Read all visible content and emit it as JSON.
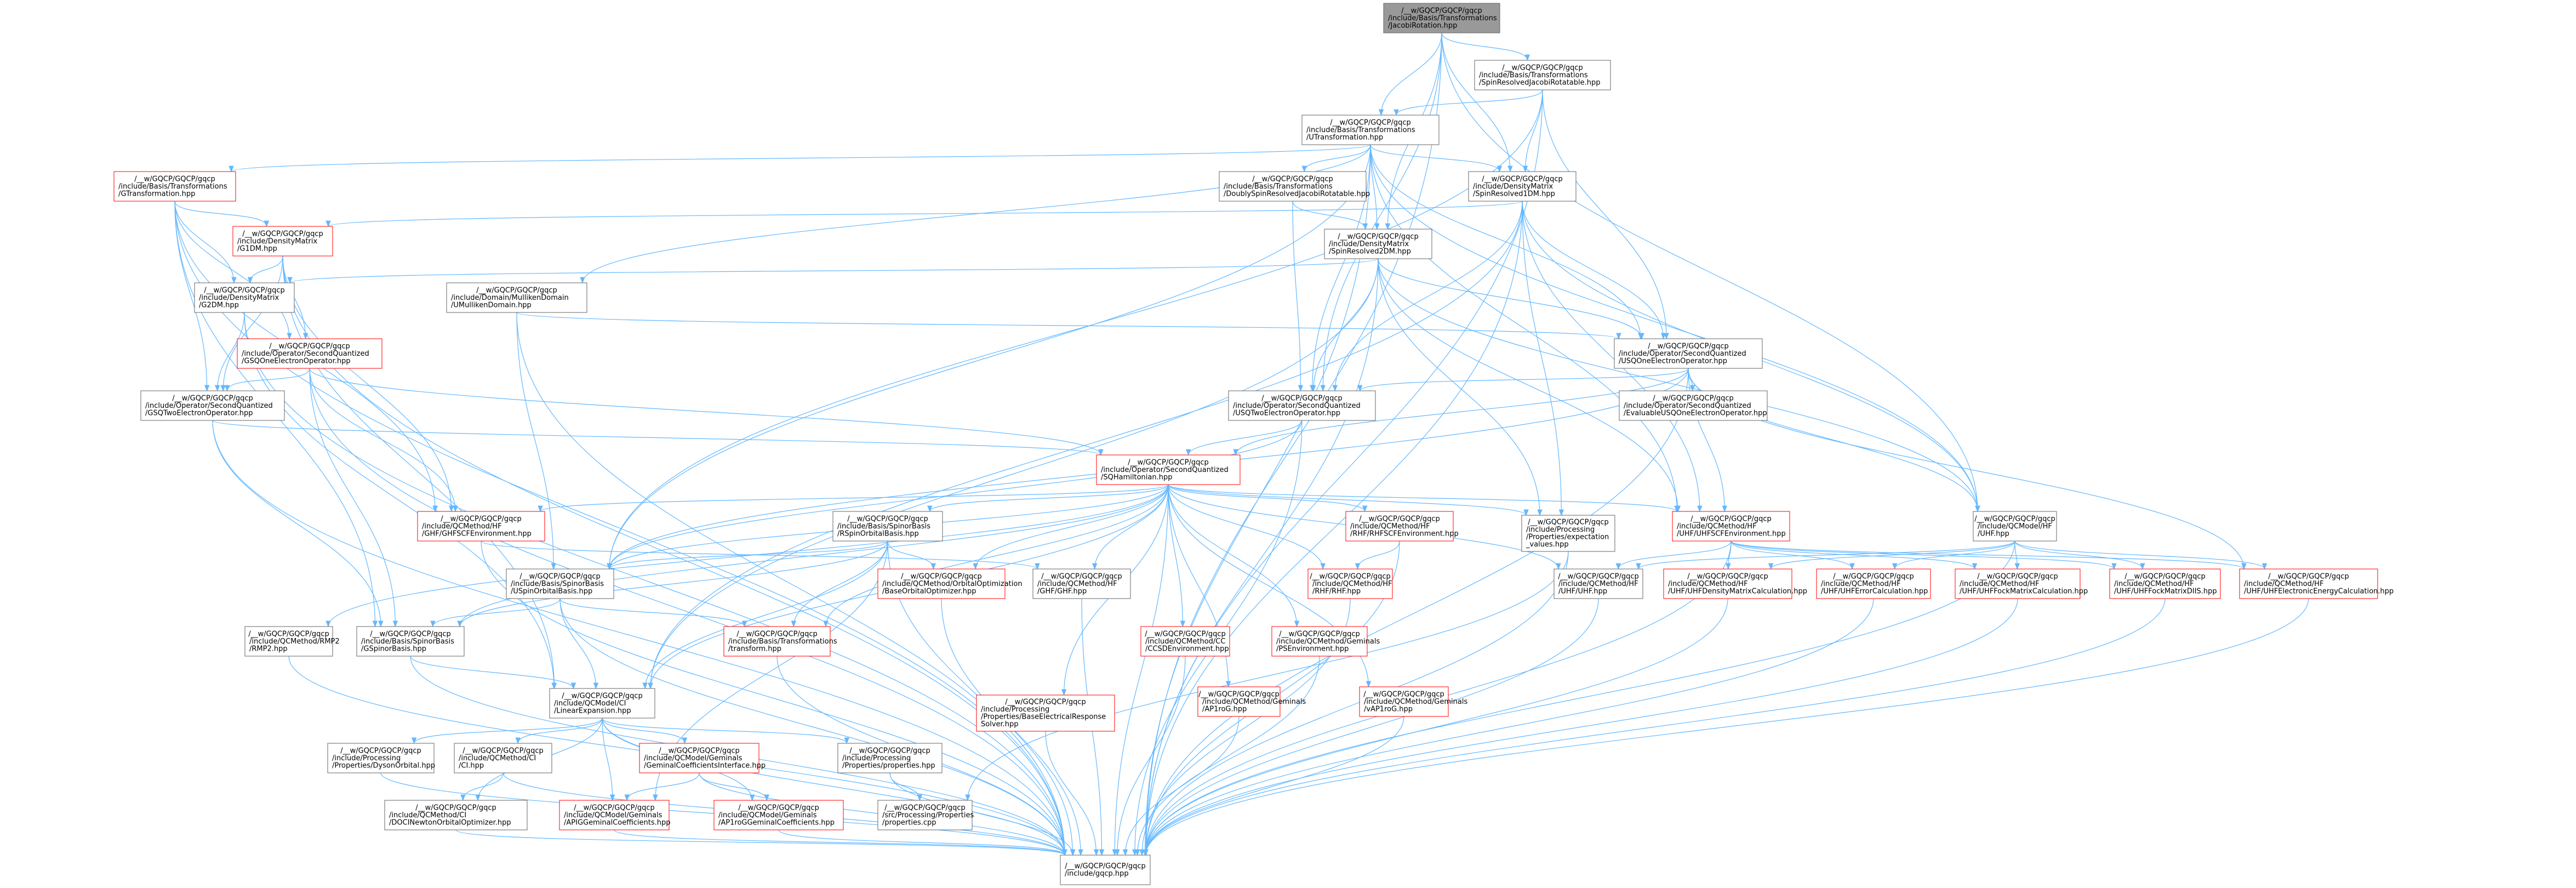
{
  "colors": {
    "edge": "#63b8ff",
    "node_border": "#666666",
    "node_fill": "#ffffff",
    "root_fill": "#999999",
    "root_border": "#666666",
    "red_border": "#ff0000",
    "text": "#000000"
  },
  "nodes": [
    {
      "id": "n0",
      "lines": [
        "/__w/GQCP/GQCP/gqcp",
        "/include/Basis/Transformations",
        "/JacobiRotation.hpp"
      ],
      "style": "root"
    },
    {
      "id": "n1",
      "lines": [
        "/__w/GQCP/GQCP/gqcp",
        "/include/Basis/Transformations",
        "/SpinResolvedJacobiRotatable.hpp"
      ],
      "style": "normal"
    },
    {
      "id": "n2",
      "lines": [
        "/__w/GQCP/GQCP/gqcp",
        "/include/Basis/Transformations",
        "/UTransformation.hpp"
      ],
      "style": "normal"
    },
    {
      "id": "n3",
      "lines": [
        "/__w/GQCP/GQCP/gqcp",
        "/include/Basis/Transformations",
        "/GTransformation.hpp"
      ],
      "style": "red"
    },
    {
      "id": "n4",
      "lines": [
        "/__w/GQCP/GQCP/gqcp",
        "/include/Basis/Transformations",
        "/DoublySpinResolvedJacobiRotatable.hpp"
      ],
      "style": "normal"
    },
    {
      "id": "n5",
      "lines": [
        "/__w/GQCP/GQCP/gqcp",
        "/include/DensityMatrix",
        "/SpinResolved1DM.hpp"
      ],
      "style": "normal"
    },
    {
      "id": "n6",
      "lines": [
        "/__w/GQCP/GQCP/gqcp",
        "/include/DensityMatrix",
        "/G1DM.hpp"
      ],
      "style": "red"
    },
    {
      "id": "n7",
      "lines": [
        "/__w/GQCP/GQCP/gqcp",
        "/include/DensityMatrix",
        "/SpinResolved2DM.hpp"
      ],
      "style": "normal"
    },
    {
      "id": "n8",
      "lines": [
        "/__w/GQCP/GQCP/gqcp",
        "/include/DensityMatrix",
        "/G2DM.hpp"
      ],
      "style": "normal"
    },
    {
      "id": "n9",
      "lines": [
        "/__w/GQCP/GQCP/gqcp",
        "/include/Domain/MullikenDomain",
        "/UMullikenDomain.hpp"
      ],
      "style": "normal"
    },
    {
      "id": "n10",
      "lines": [
        "/__w/GQCP/GQCP/gqcp",
        "/include/Operator/SecondQuantized",
        "/GSQOneElectronOperator.hpp"
      ],
      "style": "red"
    },
    {
      "id": "n11",
      "lines": [
        "/__w/GQCP/GQCP/gqcp",
        "/include/Operator/SecondQuantized",
        "/USQOneElectronOperator.hpp"
      ],
      "style": "normal"
    },
    {
      "id": "n12",
      "lines": [
        "/__w/GQCP/GQCP/gqcp",
        "/include/Operator/SecondQuantized",
        "/GSQTwoElectronOperator.hpp"
      ],
      "style": "normal"
    },
    {
      "id": "n13",
      "lines": [
        "/__w/GQCP/GQCP/gqcp",
        "/include/Operator/SecondQuantized",
        "/USQTwoElectronOperator.hpp"
      ],
      "style": "normal"
    },
    {
      "id": "n14",
      "lines": [
        "/__w/GQCP/GQCP/gqcp",
        "/include/Operator/SecondQuantized",
        "/EvaluableUSQOneElectronOperator.hpp"
      ],
      "style": "normal"
    },
    {
      "id": "n15",
      "lines": [
        "/__w/GQCP/GQCP/gqcp",
        "/include/Operator/SecondQuantized",
        "/SQHamiltonian.hpp"
      ],
      "style": "red"
    },
    {
      "id": "n16",
      "lines": [
        "/__w/GQCP/GQCP/gqcp",
        "/include/QCMethod/HF",
        "/GHF/GHFSCFEnvironment.hpp"
      ],
      "style": "red"
    },
    {
      "id": "n17",
      "lines": [
        "/__w/GQCP/GQCP/gqcp",
        "/include/Basis/SpinorBasis",
        "/RSpinOrbitalBasis.hpp"
      ],
      "style": "normal"
    },
    {
      "id": "n18",
      "lines": [
        "/__w/GQCP/GQCP/gqcp",
        "/include/QCMethod/HF",
        "/RHF/RHFSCFEnvironment.hpp"
      ],
      "style": "red"
    },
    {
      "id": "n19",
      "lines": [
        "/__w/GQCP/GQCP/gqcp",
        "/include/Processing",
        "/Properties/expectation",
        "_values.hpp"
      ],
      "style": "normal"
    },
    {
      "id": "n20",
      "lines": [
        "/__w/GQCP/GQCP/gqcp",
        "/include/QCMethod/HF",
        "/UHF/UHFSCFEnvironment.hpp"
      ],
      "style": "red"
    },
    {
      "id": "n21",
      "lines": [
        "/__w/GQCP/GQCP/gqcp",
        "/include/QCModel/HF",
        "/UHF.hpp"
      ],
      "style": "normal"
    },
    {
      "id": "n22",
      "lines": [
        "/__w/GQCP/GQCP/gqcp",
        "/include/Basis/SpinorBasis",
        "/USpinOrbitalBasis.hpp"
      ],
      "style": "normal"
    },
    {
      "id": "n23",
      "lines": [
        "/__w/GQCP/GQCP/gqcp",
        "/include/QCMethod/OrbitalOptimization",
        "/BaseOrbitalOptimizer.hpp"
      ],
      "style": "red"
    },
    {
      "id": "n24",
      "lines": [
        "/__w/GQCP/GQCP/gqcp",
        "/include/QCMethod/HF",
        "/GHF/GHF.hpp"
      ],
      "style": "normal"
    },
    {
      "id": "n25",
      "lines": [
        "/__w/GQCP/GQCP/gqcp",
        "/include/QCMethod/HF",
        "/RHF/RHF.hpp"
      ],
      "style": "red"
    },
    {
      "id": "n26",
      "lines": [
        "/__w/GQCP/GQCP/gqcp",
        "/include/QCMethod/HF",
        "/UHF/UHF.hpp"
      ],
      "style": "normal"
    },
    {
      "id": "n27",
      "lines": [
        "/__w/GQCP/GQCP/gqcp",
        "/include/QCMethod/HF",
        "/UHF/UHFDensityMatrixCalculation.hpp"
      ],
      "style": "red"
    },
    {
      "id": "n28",
      "lines": [
        "/__w/GQCP/GQCP/gqcp",
        "/include/QCMethod/HF",
        "/UHF/UHFErrorCalculation.hpp"
      ],
      "style": "red"
    },
    {
      "id": "n29",
      "lines": [
        "/__w/GQCP/GQCP/gqcp",
        "/include/QCMethod/HF",
        "/UHF/UHFFockMatrixCalculation.hpp"
      ],
      "style": "red"
    },
    {
      "id": "n30",
      "lines": [
        "/__w/GQCP/GQCP/gqcp",
        "/include/QCMethod/HF",
        "/UHF/UHFFockMatrixDIIS.hpp"
      ],
      "style": "red"
    },
    {
      "id": "n31",
      "lines": [
        "/__w/GQCP/GQCP/gqcp",
        "/include/QCMethod/HF",
        "/UHF/UHFElectronicEnergyCalculation.hpp"
      ],
      "style": "red"
    },
    {
      "id": "n32",
      "lines": [
        "/__w/GQCP/GQCP/gqcp",
        "/include/QCMethod/RMP2",
        "/RMP2.hpp"
      ],
      "style": "normal"
    },
    {
      "id": "n33",
      "lines": [
        "/__w/GQCP/GQCP/gqcp",
        "/include/Basis/SpinorBasis",
        "/GSpinorBasis.hpp"
      ],
      "style": "normal"
    },
    {
      "id": "n34",
      "lines": [
        "/__w/GQCP/GQCP/gqcp",
        "/include/Basis/Transformations",
        "/transform.hpp"
      ],
      "style": "red"
    },
    {
      "id": "n35",
      "lines": [
        "/__w/GQCP/GQCP/gqcp",
        "/include/QCMethod/CC",
        "/CCSDEnvironment.hpp"
      ],
      "style": "red"
    },
    {
      "id": "n36",
      "lines": [
        "/__w/GQCP/GQCP/gqcp",
        "/include/QCMethod/Geminals",
        "/PSEnvironment.hpp"
      ],
      "style": "red"
    },
    {
      "id": "n37",
      "lines": [
        "/__w/GQCP/GQCP/gqcp",
        "/include/Processing",
        "/Properties/BaseElectricalResponse",
        "Solver.hpp"
      ],
      "style": "red"
    },
    {
      "id": "n38",
      "lines": [
        "/__w/GQCP/GQCP/gqcp",
        "/include/QCMethod/Geminals",
        "/AP1roG.hpp"
      ],
      "style": "red"
    },
    {
      "id": "n39",
      "lines": [
        "/__w/GQCP/GQCP/gqcp",
        "/include/QCMethod/Geminals",
        "/vAP1roG.hpp"
      ],
      "style": "red"
    },
    {
      "id": "n40",
      "lines": [
        "/__w/GQCP/GQCP/gqcp",
        "/include/QCModel/CI",
        "/LinearExpansion.hpp"
      ],
      "style": "normal"
    },
    {
      "id": "n41",
      "lines": [
        "/__w/GQCP/GQCP/gqcp",
        "/include/Processing",
        "/Properties/DysonOrbital.hpp"
      ],
      "style": "normal"
    },
    {
      "id": "n42",
      "lines": [
        "/__w/GQCP/GQCP/gqcp",
        "/include/QCMethod/CI",
        "/CI.hpp"
      ],
      "style": "normal"
    },
    {
      "id": "n43",
      "lines": [
        "/__w/GQCP/GQCP/gqcp",
        "/include/QCModel/Geminals",
        "/GeminalCoefficientsInterface.hpp"
      ],
      "style": "red"
    },
    {
      "id": "n44",
      "lines": [
        "/__w/GQCP/GQCP/gqcp",
        "/include/Processing",
        "/Properties/properties.hpp"
      ],
      "style": "normal"
    },
    {
      "id": "n45",
      "lines": [
        "/__w/GQCP/GQCP/gqcp",
        "/include/QCMethod/CI",
        "/DOCINewtonOrbitalOptimizer.hpp"
      ],
      "style": "normal"
    },
    {
      "id": "n46",
      "lines": [
        "/__w/GQCP/GQCP/gqcp",
        "/include/QCModel/Geminals",
        "/APIGGeminalCoefficients.hpp"
      ],
      "style": "red"
    },
    {
      "id": "n47",
      "lines": [
        "/__w/GQCP/GQCP/gqcp",
        "/include/QCModel/Geminals",
        "/AP1roGGeminalCoefficients.hpp"
      ],
      "style": "red"
    },
    {
      "id": "n48",
      "lines": [
        "/__w/GQCP/GQCP/gqcp",
        "/src/Processing/Properties",
        "/properties.cpp"
      ],
      "style": "normal"
    },
    {
      "id": "n49",
      "lines": [
        "/__w/GQCP/GQCP/gqcp",
        "/include/gqcp.hpp"
      ],
      "style": "normal"
    }
  ],
  "edges": [
    [
      "n0",
      "n1"
    ],
    [
      "n0",
      "n2"
    ],
    [
      "n0",
      "n5"
    ],
    [
      "n0",
      "n7"
    ],
    [
      "n0",
      "n13"
    ],
    [
      "n0",
      "n21"
    ],
    [
      "n0",
      "n49"
    ],
    [
      "n1",
      "n2"
    ],
    [
      "n1",
      "n5"
    ],
    [
      "n1",
      "n11"
    ],
    [
      "n1",
      "n22"
    ],
    [
      "n1",
      "n49"
    ],
    [
      "n2",
      "n3"
    ],
    [
      "n2",
      "n4"
    ],
    [
      "n2",
      "n5"
    ],
    [
      "n2",
      "n7"
    ],
    [
      "n2",
      "n9"
    ],
    [
      "n2",
      "n11"
    ],
    [
      "n2",
      "n13"
    ],
    [
      "n2",
      "n20"
    ],
    [
      "n2",
      "n21"
    ],
    [
      "n2",
      "n22"
    ],
    [
      "n2",
      "n49"
    ],
    [
      "n3",
      "n6"
    ],
    [
      "n3",
      "n8"
    ],
    [
      "n3",
      "n10"
    ],
    [
      "n3",
      "n12"
    ],
    [
      "n3",
      "n16"
    ],
    [
      "n3",
      "n33"
    ],
    [
      "n3",
      "n49"
    ],
    [
      "n4",
      "n7"
    ],
    [
      "n4",
      "n13"
    ],
    [
      "n5",
      "n6"
    ],
    [
      "n5",
      "n11"
    ],
    [
      "n5",
      "n13"
    ],
    [
      "n5",
      "n19"
    ],
    [
      "n5",
      "n20"
    ],
    [
      "n5",
      "n21"
    ],
    [
      "n5",
      "n40"
    ],
    [
      "n5",
      "n49"
    ],
    [
      "n6",
      "n8"
    ],
    [
      "n6",
      "n10"
    ],
    [
      "n6",
      "n12"
    ],
    [
      "n6",
      "n16"
    ],
    [
      "n6",
      "n40"
    ],
    [
      "n6",
      "n49"
    ],
    [
      "n7",
      "n8"
    ],
    [
      "n7",
      "n11"
    ],
    [
      "n7",
      "n13"
    ],
    [
      "n7",
      "n19"
    ],
    [
      "n7",
      "n20"
    ],
    [
      "n7",
      "n21"
    ],
    [
      "n7",
      "n40"
    ],
    [
      "n7",
      "n49"
    ],
    [
      "n8",
      "n12"
    ],
    [
      "n8",
      "n40"
    ],
    [
      "n8",
      "n49"
    ],
    [
      "n9",
      "n11"
    ],
    [
      "n9",
      "n22"
    ],
    [
      "n9",
      "n49"
    ],
    [
      "n10",
      "n12"
    ],
    [
      "n10",
      "n15"
    ],
    [
      "n10",
      "n16"
    ],
    [
      "n10",
      "n33"
    ],
    [
      "n10",
      "n49"
    ],
    [
      "n11",
      "n13"
    ],
    [
      "n11",
      "n14"
    ],
    [
      "n11",
      "n15"
    ],
    [
      "n11",
      "n20"
    ],
    [
      "n11",
      "n21"
    ],
    [
      "n11",
      "n22"
    ],
    [
      "n11",
      "n31"
    ],
    [
      "n11",
      "n49"
    ],
    [
      "n12",
      "n15"
    ],
    [
      "n12",
      "n33"
    ],
    [
      "n12",
      "n49"
    ],
    [
      "n13",
      "n15"
    ],
    [
      "n13",
      "n22"
    ],
    [
      "n13",
      "n49"
    ],
    [
      "n15",
      "n16"
    ],
    [
      "n15",
      "n17"
    ],
    [
      "n15",
      "n18"
    ],
    [
      "n15",
      "n19"
    ],
    [
      "n15",
      "n20"
    ],
    [
      "n15",
      "n22"
    ],
    [
      "n15",
      "n23"
    ],
    [
      "n15",
      "n24"
    ],
    [
      "n15",
      "n25"
    ],
    [
      "n15",
      "n26"
    ],
    [
      "n15",
      "n32"
    ],
    [
      "n15",
      "n33"
    ],
    [
      "n15",
      "n34"
    ],
    [
      "n15",
      "n35"
    ],
    [
      "n15",
      "n36"
    ],
    [
      "n15",
      "n37"
    ],
    [
      "n15",
      "n38"
    ],
    [
      "n15",
      "n39"
    ],
    [
      "n15",
      "n40"
    ],
    [
      "n15",
      "n49"
    ],
    [
      "n16",
      "n24"
    ],
    [
      "n16",
      "n49"
    ],
    [
      "n17",
      "n22"
    ],
    [
      "n17",
      "n23"
    ],
    [
      "n17",
      "n33"
    ],
    [
      "n17",
      "n34"
    ],
    [
      "n17",
      "n40"
    ],
    [
      "n17",
      "n46"
    ],
    [
      "n17",
      "n49"
    ],
    [
      "n18",
      "n25"
    ],
    [
      "n18",
      "n49"
    ],
    [
      "n19",
      "n48"
    ],
    [
      "n19",
      "n49"
    ],
    [
      "n20",
      "n26"
    ],
    [
      "n20",
      "n27"
    ],
    [
      "n20",
      "n28"
    ],
    [
      "n20",
      "n29"
    ],
    [
      "n20",
      "n30"
    ],
    [
      "n20",
      "n31"
    ],
    [
      "n20",
      "n49"
    ],
    [
      "n21",
      "n26"
    ],
    [
      "n21",
      "n27"
    ],
    [
      "n21",
      "n28"
    ],
    [
      "n21",
      "n29"
    ],
    [
      "n21",
      "n30"
    ],
    [
      "n21",
      "n31"
    ],
    [
      "n21",
      "n49"
    ],
    [
      "n22",
      "n33"
    ],
    [
      "n22",
      "n34"
    ],
    [
      "n22",
      "n40"
    ],
    [
      "n22",
      "n49"
    ],
    [
      "n23",
      "n49"
    ],
    [
      "n24",
      "n49"
    ],
    [
      "n25",
      "n49"
    ],
    [
      "n26",
      "n49"
    ],
    [
      "n27",
      "n49"
    ],
    [
      "n28",
      "n49"
    ],
    [
      "n29",
      "n49"
    ],
    [
      "n30",
      "n49"
    ],
    [
      "n31",
      "n49"
    ],
    [
      "n32",
      "n49"
    ],
    [
      "n33",
      "n40"
    ],
    [
      "n33",
      "n49"
    ],
    [
      "n34",
      "n49"
    ],
    [
      "n35",
      "n49"
    ],
    [
      "n36",
      "n49"
    ],
    [
      "n37",
      "n49"
    ],
    [
      "n38",
      "n49"
    ],
    [
      "n39",
      "n49"
    ],
    [
      "n40",
      "n41"
    ],
    [
      "n40",
      "n42"
    ],
    [
      "n40",
      "n43"
    ],
    [
      "n40",
      "n44"
    ],
    [
      "n40",
      "n45"
    ],
    [
      "n40",
      "n46"
    ],
    [
      "n40",
      "n47"
    ],
    [
      "n40",
      "n49"
    ],
    [
      "n41",
      "n49"
    ],
    [
      "n42",
      "n45"
    ],
    [
      "n42",
      "n49"
    ],
    [
      "n43",
      "n46"
    ],
    [
      "n43",
      "n47"
    ],
    [
      "n43",
      "n49"
    ],
    [
      "n44",
      "n48"
    ],
    [
      "n44",
      "n49"
    ],
    [
      "n45",
      "n49"
    ],
    [
      "n46",
      "n49"
    ],
    [
      "n47",
      "n49"
    ]
  ]
}
